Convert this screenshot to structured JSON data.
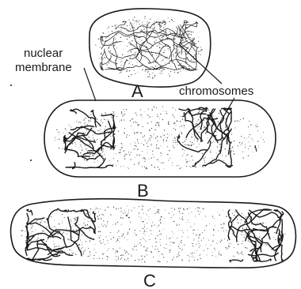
{
  "labels": {
    "nuclear_line1": "nuclear",
    "nuclear_line2": "membrane",
    "chromosomes": "chromosomes"
  },
  "stages": [
    {
      "id": "A",
      "caption": "A"
    },
    {
      "id": "B",
      "caption": "B"
    },
    {
      "id": "C",
      "caption": "C"
    }
  ],
  "colors": {
    "ink": "#1a1a1a",
    "background": "#ffffff"
  }
}
